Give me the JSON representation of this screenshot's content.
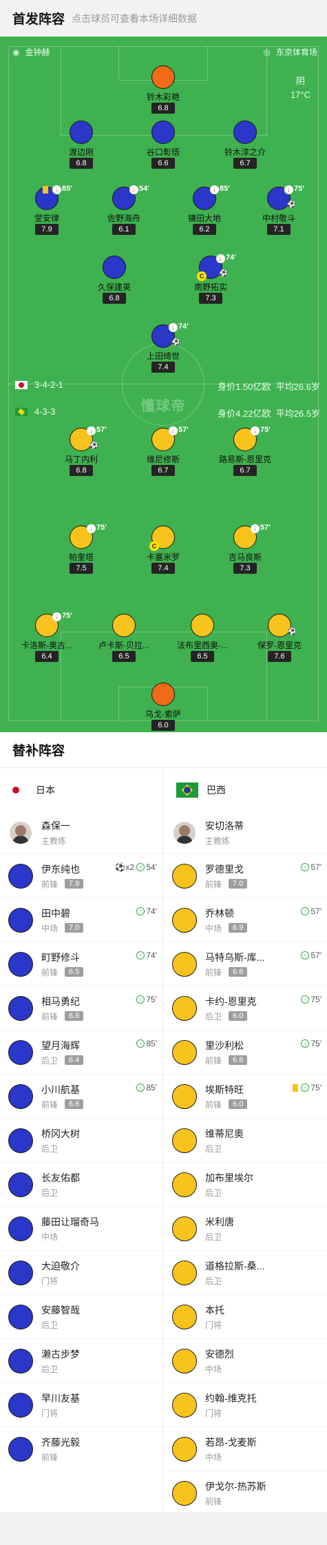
{
  "header": {
    "title": "首发阵容",
    "subtitle": "点击球员可查看本场详细数据"
  },
  "venue": {
    "referee": "金钟赫",
    "stadium": "东京体育场"
  },
  "weather": {
    "sky": "阴",
    "temp": "17°C"
  },
  "watermark": "懂球帝",
  "japan": {
    "formation": "3-4-2-1",
    "value": "身价1.50亿欧",
    "age": "平均26.6岁"
  },
  "brazil": {
    "formation": "4-3-3",
    "value": "身价4.22亿欧",
    "age": "平均26.5岁"
  },
  "pitch_players": [
    {
      "team": "gk",
      "name": "铃木彩艳",
      "rating": "6.8"
    },
    {
      "team": "jp",
      "name": "渡边刚",
      "rating": "6.8"
    },
    {
      "team": "jp",
      "name": "谷口彰悟",
      "rating": "6.6"
    },
    {
      "team": "jp",
      "name": "铃木淳之介",
      "rating": "6.7"
    },
    {
      "team": "jp",
      "name": "堂安律",
      "rating": "7.9",
      "sub": "85'"
    },
    {
      "team": "jp",
      "name": "佐野海舟",
      "rating": "6.1",
      "sub": "54'"
    },
    {
      "team": "jp",
      "name": "镰田大地",
      "rating": "6.2",
      "sub": "85'"
    },
    {
      "team": "jp",
      "name": "中村敬斗",
      "rating": "7.1",
      "sub": "75'"
    },
    {
      "team": "jp",
      "name": "久保建英",
      "rating": "6.8"
    },
    {
      "team": "jp",
      "name": "南野拓实",
      "rating": "7.3",
      "sub": "74'"
    },
    {
      "team": "jp",
      "name": "上田绮世",
      "rating": "7.4",
      "sub": "74'"
    },
    {
      "team": "br",
      "name": "马丁内利",
      "rating": "6.8",
      "sub": "57'"
    },
    {
      "team": "br",
      "name": "维尼修斯",
      "rating": "6.7",
      "sub": "57'"
    },
    {
      "team": "br",
      "name": "路易斯-恩里克",
      "rating": "6.7",
      "sub": "75'"
    },
    {
      "team": "br",
      "name": "帕奎塔",
      "rating": "7.5",
      "sub": "75'"
    },
    {
      "team": "br",
      "name": "卡塞米罗",
      "rating": "7.4"
    },
    {
      "team": "br",
      "name": "吉马良斯",
      "rating": "7.3",
      "sub": "57'"
    },
    {
      "team": "br",
      "name": "卡洛斯-奥古...",
      "rating": "6.4",
      "sub": "75'"
    },
    {
      "team": "br",
      "name": "卢卡斯-贝拉...",
      "rating": "6.5"
    },
    {
      "team": "br",
      "name": "法布里西奥-...",
      "rating": "6.5"
    },
    {
      "team": "br",
      "name": "保罗-恩里克",
      "rating": "7.6"
    },
    {
      "team": "gk",
      "name": "乌戈-索萨",
      "rating": "6.0"
    }
  ],
  "subs_title": "替补阵容",
  "subs": {
    "jp": {
      "team": "日本",
      "coach": "森保一",
      "coach_role": "主教练",
      "players": [
        {
          "name": "伊东纯也",
          "pos": "前锋",
          "rating": "7.9",
          "ev": "x2",
          "time": "54'"
        },
        {
          "name": "田中碧",
          "pos": "中场",
          "rating": "7.0",
          "time": "74'"
        },
        {
          "name": "町野修斗",
          "pos": "前锋",
          "rating": "6.5",
          "time": "74'"
        },
        {
          "name": "相马勇纪",
          "pos": "前锋",
          "rating": "6.6",
          "time": "75'"
        },
        {
          "name": "望月海辉",
          "pos": "后卫",
          "rating": "6.4",
          "time": "85'"
        },
        {
          "name": "小川航基",
          "pos": "前锋",
          "rating": "6.6",
          "time": "85'"
        },
        {
          "name": "桥冈大树",
          "pos": "后卫"
        },
        {
          "name": "长友佑都",
          "pos": "后卫"
        },
        {
          "name": "藤田让瑠奇马",
          "pos": "中场"
        },
        {
          "name": "大迫敬介",
          "pos": "门将"
        },
        {
          "name": "安藤智哉",
          "pos": "后卫"
        },
        {
          "name": "濑古步梦",
          "pos": "后卫"
        },
        {
          "name": "早川友基",
          "pos": "门将"
        },
        {
          "name": "齐藤光毅",
          "pos": "前锋"
        }
      ]
    },
    "br": {
      "team": "巴西",
      "coach": "安切洛蒂",
      "coach_role": "主教练",
      "players": [
        {
          "name": "罗德里戈",
          "pos": "前锋",
          "rating": "7.0",
          "time": "57'"
        },
        {
          "name": "乔林顿",
          "pos": "中场",
          "rating": "6.9",
          "time": "57'"
        },
        {
          "name": "马特乌斯-库...",
          "pos": "前锋",
          "rating": "6.6",
          "time": "57'"
        },
        {
          "name": "卡约-恩里克",
          "pos": "后卫",
          "rating": "6.0",
          "time": "75'"
        },
        {
          "name": "里沙利松",
          "pos": "前锋",
          "rating": "6.6",
          "time": "75'"
        },
        {
          "name": "埃斯特旺",
          "pos": "前锋",
          "rating": "6.0",
          "time": "75'"
        },
        {
          "name": "维蒂尼奥",
          "pos": "后卫"
        },
        {
          "name": "加布里埃尔",
          "pos": "后卫"
        },
        {
          "name": "米利唐",
          "pos": "后卫"
        },
        {
          "name": "道格拉斯-桑...",
          "pos": "后卫"
        },
        {
          "name": "本托",
          "pos": "门将"
        },
        {
          "name": "安德烈",
          "pos": "中场"
        },
        {
          "name": "约翰-维克托",
          "pos": "门将"
        },
        {
          "name": "若昂-戈麦斯",
          "pos": "中场"
        },
        {
          "name": "伊戈尔-热苏斯",
          "pos": "前锋"
        }
      ]
    }
  },
  "colors": {
    "pitch": "#3fb150",
    "japan": "#2a37c9",
    "brazil": "#f7c31c",
    "keeper": "#f06b18"
  }
}
